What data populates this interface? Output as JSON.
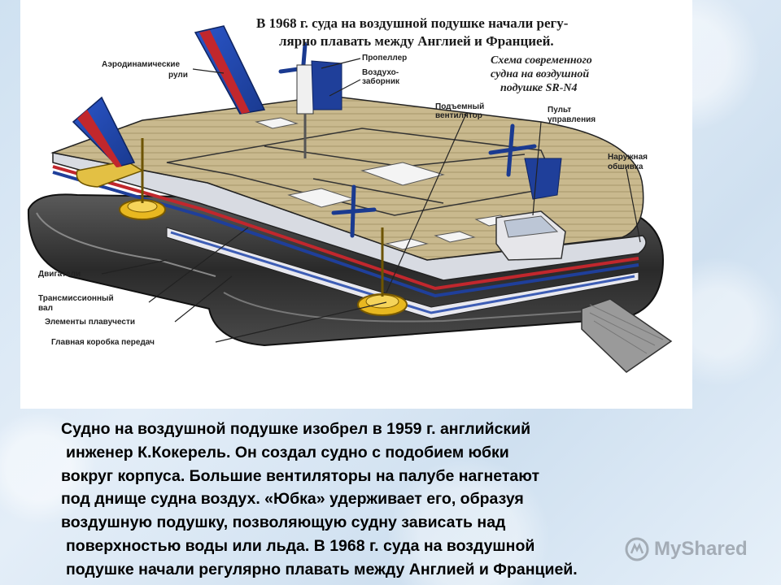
{
  "diagram": {
    "header_line1": "В 1968 г. суда на воздушной подушке начали регу-",
    "header_line2": "лярно плавать между Англией и Францией.",
    "scheme_line1": "Схема современного",
    "scheme_line2": "судна на воздушной",
    "scheme_line3": "подушке SR-N4",
    "labels": {
      "aero_rudders_1": "Аэродинамические",
      "aero_rudders_2": "рули",
      "propeller": "Пропеллер",
      "air_intake_1": "Воздухо-",
      "air_intake_2": "заборник",
      "lift_fan_1": "Подъемный",
      "lift_fan_2": "вентилятор",
      "control_1": "Пульт",
      "control_2": "управления",
      "hull_skin_1": "Наружная",
      "hull_skin_2": "обшивка",
      "engines": "Двигатели",
      "shaft_1": "Трансмиссионный",
      "shaft_2": "вал",
      "buoyancy": "Элементы плавучести",
      "gearbox": "Главная коробка передач"
    }
  },
  "caption": {
    "line1": "Судно на воздушной подушке изобрел в 1959 г. английский",
    "line2": "инженер К.Кокерель. Он создал судно с подобием юбки",
    "line3": "вокруг корпуса. Большие вентиляторы на палубе нагнетают",
    "line4": "под днище судна воздух. «Юбка» удерживает его, образуя",
    "line5": "воздушную подушку, позволяющую судну зависать над",
    "line6": "поверхностью воды или льда. В 1968 г. суда на воздушной",
    "line7": "подушке начали регулярно плавать между Англией и Францией."
  },
  "watermark": {
    "text": "MyShared"
  }
}
